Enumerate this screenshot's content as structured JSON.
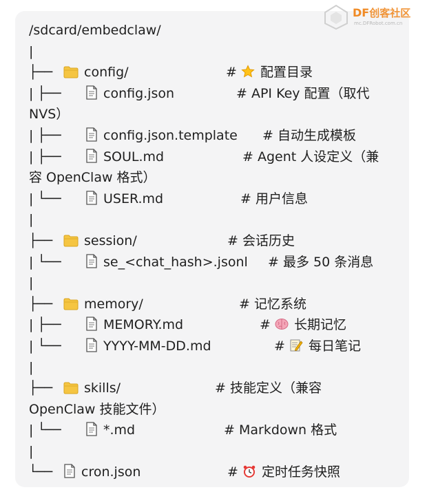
{
  "watermark": {
    "brand_latin": "DF",
    "brand_cn": "创客社区",
    "url": "mc.DFRobot.com.cn"
  },
  "tree": {
    "root": "/sdcard/embedclaw/",
    "lines": [
      {
        "kind": "pipe",
        "prefix": "|"
      },
      {
        "kind": "folder",
        "prefix": "├── ",
        "name": "config/",
        "comment_hash": "#",
        "comment_icon": "star-emoji",
        "comment": "配置目录"
      },
      {
        "kind": "file",
        "prefix": "|    ├── ",
        "name": "config.json",
        "comment_hash": "#",
        "comment": "API Key 配置（取代"
      },
      {
        "kind": "wrap",
        "text": "NVS）"
      },
      {
        "kind": "file",
        "prefix": "|    ├── ",
        "name": "config.json.template",
        "comment_hash": "#",
        "comment": "自动生成模板"
      },
      {
        "kind": "file",
        "prefix": "|    ├── ",
        "name": "SOUL.md",
        "comment_hash": "#",
        "comment": "Agent 人设定义（兼"
      },
      {
        "kind": "wrap",
        "text": "容 OpenClaw 格式）"
      },
      {
        "kind": "file",
        "prefix": "|    └── ",
        "name": "USER.md",
        "comment_hash": "#",
        "comment": "用户信息"
      },
      {
        "kind": "pipe",
        "prefix": "|"
      },
      {
        "kind": "folder",
        "prefix": "├── ",
        "name": "session/",
        "comment_hash": "#",
        "comment": "会话历史"
      },
      {
        "kind": "file",
        "prefix": "|    └── ",
        "name": "se_<chat_hash>.jsonl",
        "comment_hash": "#",
        "comment": "最多 50 条消息"
      },
      {
        "kind": "pipe",
        "prefix": "|"
      },
      {
        "kind": "folder",
        "prefix": "├── ",
        "name": "memory/",
        "comment_hash": "#",
        "comment": "记忆系统"
      },
      {
        "kind": "file",
        "prefix": "|    ├── ",
        "name": "MEMORY.md",
        "comment_hash": "#",
        "comment_icon": "brain-emoji",
        "comment": "长期记忆"
      },
      {
        "kind": "file",
        "prefix": "|    └── ",
        "name": "YYYY-MM-DD.md",
        "comment_hash": "#",
        "comment_icon": "memo-emoji",
        "comment": "每日笔记"
      },
      {
        "kind": "pipe",
        "prefix": "|"
      },
      {
        "kind": "folder",
        "prefix": "├── ",
        "name": "skills/",
        "comment_hash": "#",
        "comment": "技能定义（兼容"
      },
      {
        "kind": "wrap",
        "text": "OpenClaw 技能文件）"
      },
      {
        "kind": "file",
        "prefix": "|    └── ",
        "name": "*.md",
        "comment_hash": "#",
        "comment": "Markdown 格式"
      },
      {
        "kind": "pipe",
        "prefix": "|"
      },
      {
        "kind": "file",
        "prefix": "└── ",
        "name": "cron.json",
        "comment_hash": "#",
        "comment_icon": "alarm-clock-emoji",
        "comment": "定时任务快照"
      }
    ]
  },
  "colors": {
    "card_bg": "#f4f4f5",
    "text": "#1f1f1f",
    "folder": "#f5c542",
    "watermark": "#f08a24"
  }
}
